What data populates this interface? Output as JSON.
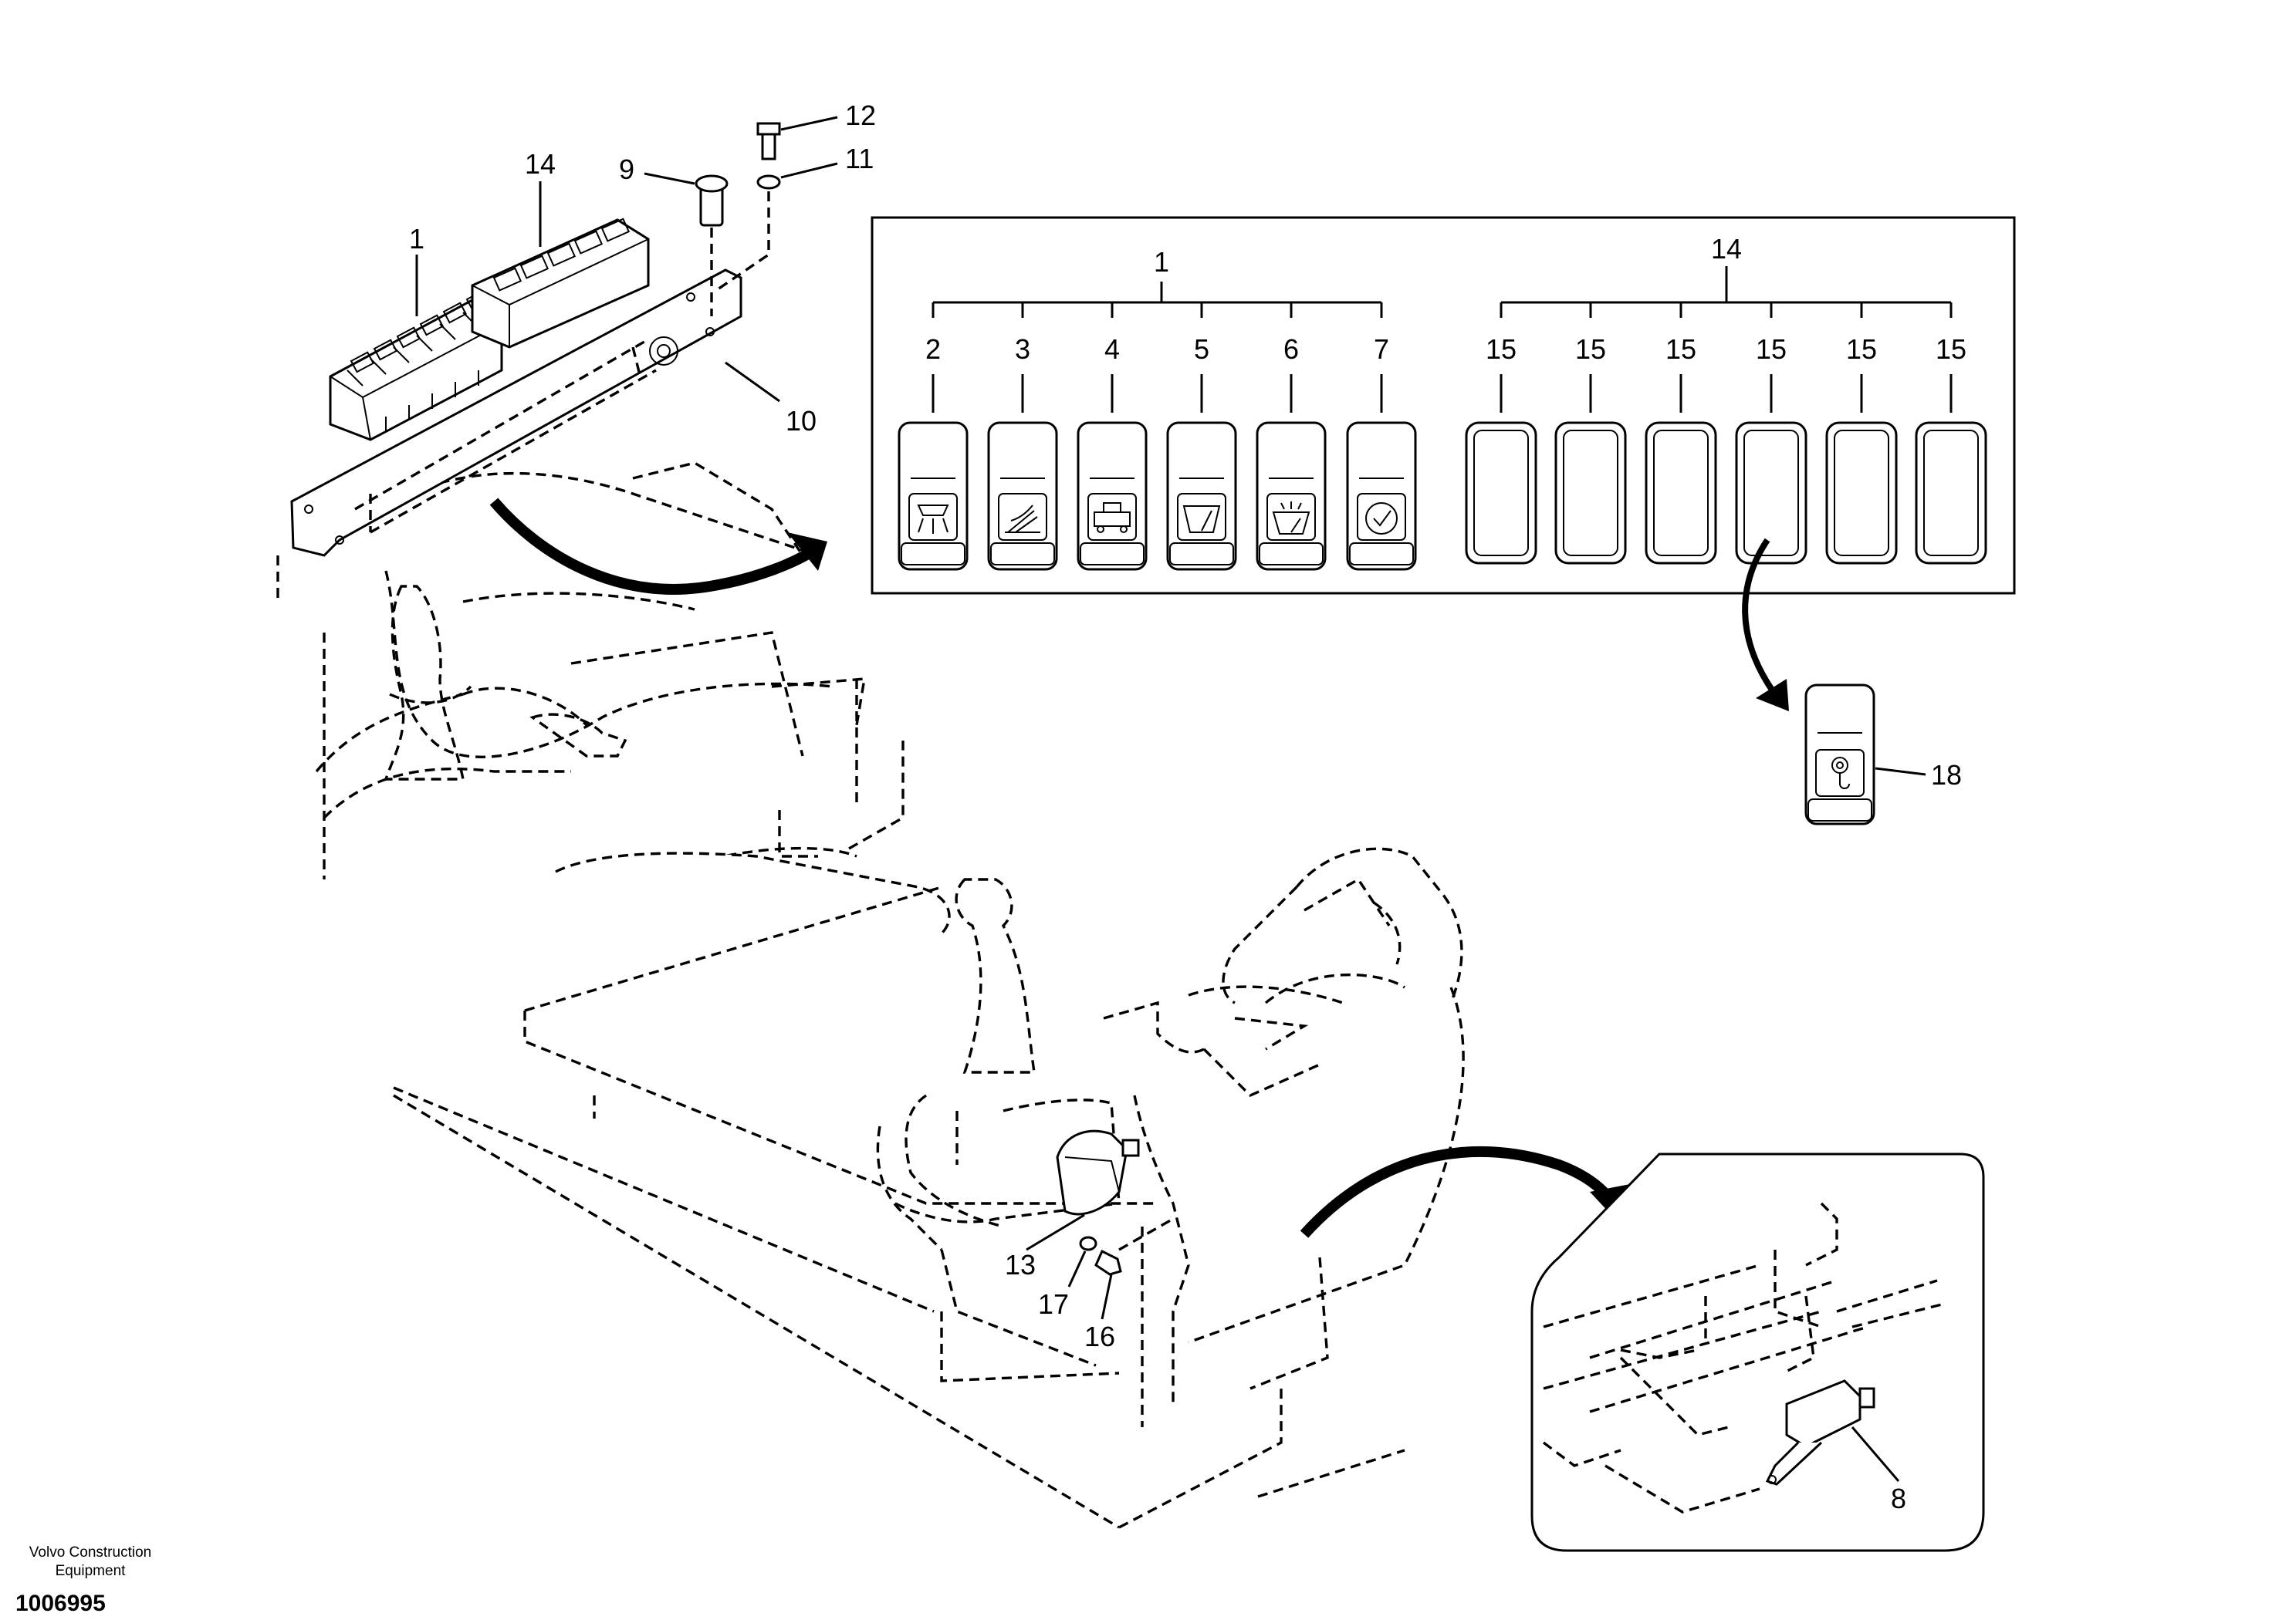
{
  "callouts": {
    "c1": "1",
    "c2": "2",
    "c3": "3",
    "c4": "4",
    "c5": "5",
    "c6": "6",
    "c7": "7",
    "c8": "8",
    "c9": "9",
    "c10": "10",
    "c11": "11",
    "c12": "12",
    "c13": "13",
    "c14": "14",
    "c15": "15",
    "c16": "16",
    "c17": "17",
    "c18": "18"
  },
  "brand": {
    "line1": "Volvo Construction",
    "line2": "Equipment"
  },
  "document_number": "1006995",
  "icons": {
    "switch2": "work-light-icon",
    "switch3": "cab-light-icon",
    "switch4": "rotating-beacon-icon",
    "switch5": "wiper-icon",
    "switch6": "washer-icon",
    "switch7": "check-icon",
    "switch18": "quick-coupler-icon"
  }
}
